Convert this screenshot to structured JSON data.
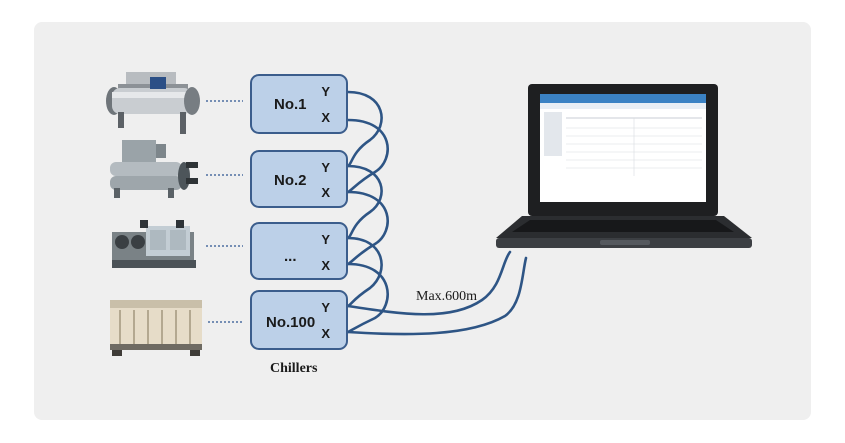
{
  "nodes": [
    {
      "label": "No.1",
      "y_pin": "Y",
      "x_pin": "X",
      "device": "centrifugal-chiller"
    },
    {
      "label": "No.2",
      "y_pin": "Y",
      "x_pin": "X",
      "device": "screw-chiller"
    },
    {
      "label": "...",
      "y_pin": "Y",
      "x_pin": "X",
      "device": "modular-chiller"
    },
    {
      "label": "No.100",
      "y_pin": "Y",
      "x_pin": "X",
      "device": "air-cooled-chiller"
    }
  ],
  "group_caption": "Chillers",
  "cable_caption": "Max.600m",
  "colors": {
    "node_fill": "#bcd0e8",
    "node_border": "#3b5d8c",
    "wire": "#2e5585",
    "panel": "#efefef"
  }
}
